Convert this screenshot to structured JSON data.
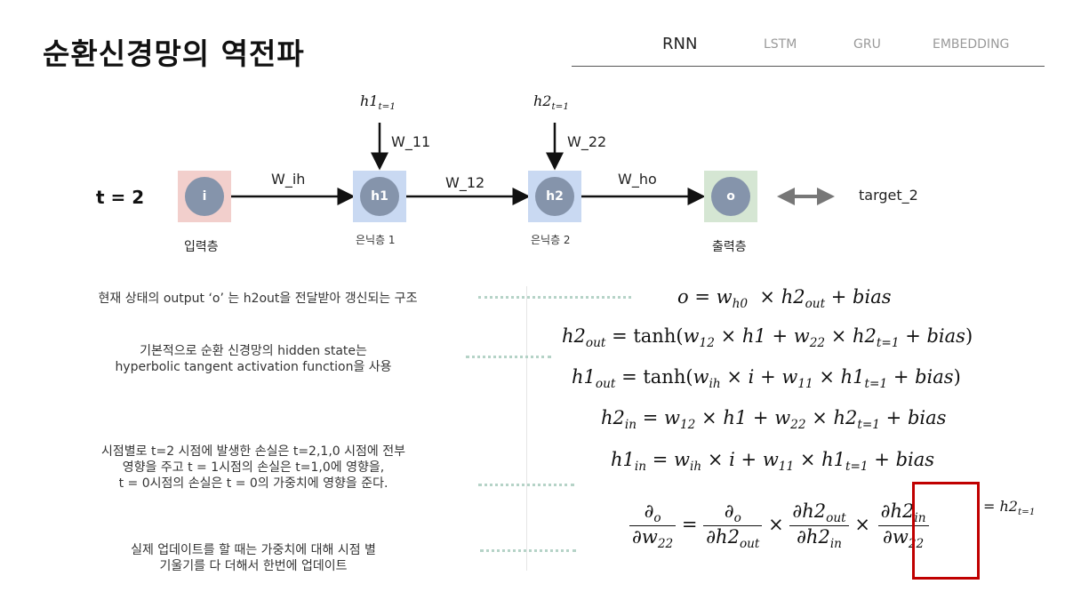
{
  "page_title": "순환신경망의 역전파",
  "tabs": [
    {
      "label": "RNN",
      "active": true
    },
    {
      "label": "LSTM",
      "active": false
    },
    {
      "label": "GRU",
      "active": false
    },
    {
      "label": "EMBEDDING",
      "active": false
    }
  ],
  "diagram": {
    "time_label": "t = 2",
    "nodes": {
      "input": {
        "label": "i",
        "caption": "입력층"
      },
      "hidden1": {
        "label": "h1",
        "caption": "은닉층 1"
      },
      "hidden2": {
        "label": "h2",
        "caption": "은닉층 2"
      },
      "output": {
        "label": "o",
        "caption": "출력층"
      }
    },
    "edges": {
      "w_ih": "W_ih",
      "w_12": "W_12",
      "w_ho": "W_ho",
      "w_11": "W_11",
      "w_22": "W_22"
    },
    "prev_states": {
      "h1_base": "h1",
      "h2_base": "h2",
      "sub": "t=1"
    },
    "target": "target_2",
    "colors": {
      "input": "#f2cfcc",
      "hidden": "#c9d9f2",
      "output": "#d5e6d3",
      "node": "#8594ab",
      "highlight": "#c00000"
    }
  },
  "captions": [
    "현재 상태의 output ‘o’ 는 h2out을 전달받아 갱신되는 구조",
    "기본적으로 순환 신경망의 hidden state는",
    "hyperbolic tangent activation function을 사용",
    "시점별로 t=2 시점에 발생한 손실은 t=2,1,0 시점에 전부",
    "영향을 주고 t = 1시점의 손실은 t=1,0에 영향을,",
    "t = 0시점의 손실은 t = 0의 가중치에 영향을 준다.",
    "실제 업데이트를 할 때는 가중치에 대해 시점 별",
    "기울기를 다 더해서 한번에 업데이트"
  ]
}
